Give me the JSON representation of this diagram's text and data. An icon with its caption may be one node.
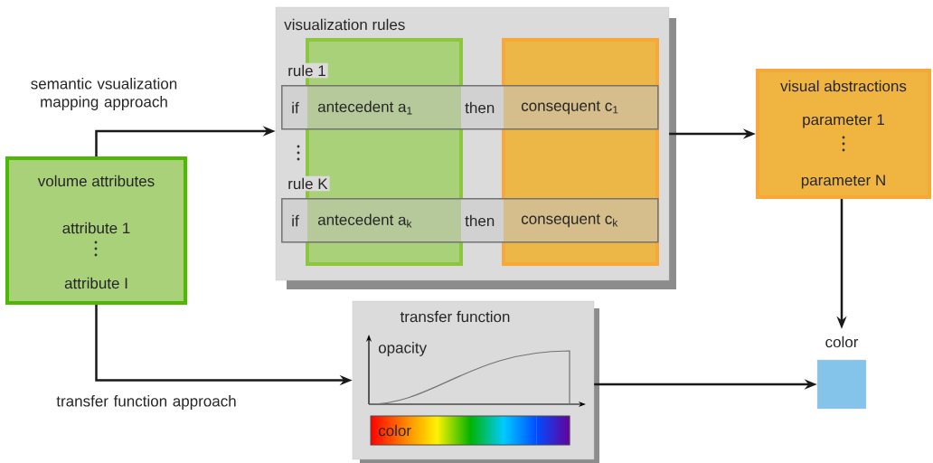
{
  "diagram": {
    "nodes": [
      {
        "text": [
          "volume attributes",
          "attribute 1",
          "attribute I"
        ]
      },
      {
        "text": [
          "visualization rules"
        ]
      },
      {
        "text": [
          "rule 1",
          "if",
          "antecedent a$_{1}$",
          "then",
          "consequent c$_{1}$"
        ],
        "in": 1
      },
      {
        "text": [
          "rule K",
          "if",
          "antecedent a$_{k}$",
          "then",
          "consequent c$_{k}$"
        ],
        "in": 1
      },
      {
        "text": [
          "visual abstractions",
          "parameter 1",
          "parameter N"
        ]
      },
      {
        "text": [
          "transfer function",
          "opacity",
          "color"
        ]
      },
      {
        "text": [],
        "shape": "box",
        "beside": [
          "color"
        ]
      }
    ],
    "edges": [
      {
        "from": 0,
        "to": 1,
        "arrow": "to",
        "label": "semantic vsualization mapping approach"
      },
      {
        "from": 0,
        "to": 5,
        "arrow": "to",
        "label": "transfer function approach"
      },
      {
        "from": 1,
        "to": 4,
        "arrow": "to"
      },
      {
        "from": 4,
        "to": 6,
        "arrow": "to"
      },
      {
        "from": 5,
        "to": 6,
        "arrow": "to"
      }
    ]
  }
}
